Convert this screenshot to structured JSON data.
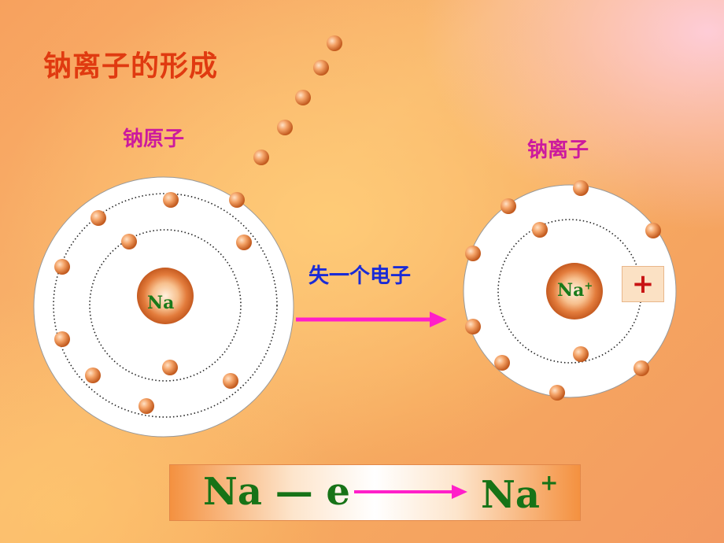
{
  "title": "钠离子的形成",
  "atom_label": "钠原子",
  "ion_label": "钠离子",
  "process_label": "失一个电子",
  "atom_nucleus": "Na",
  "ion_nucleus": {
    "base": "Na",
    "charge": "+"
  },
  "plus_sign": "+",
  "equation": {
    "left": "Na — e",
    "right_base": "Na",
    "right_charge": "+"
  },
  "colors": {
    "title": "#e03a10",
    "label": "#cc1a9e",
    "process": "#1a2bd6",
    "arrow": "#ff1fc9",
    "nucleus_text": "#1a7a1a",
    "electron": "#e58a4a"
  }
}
